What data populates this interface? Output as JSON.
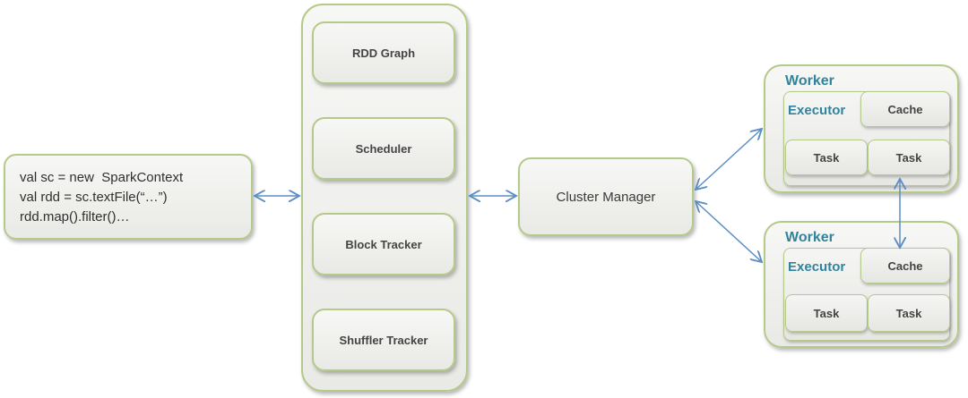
{
  "driver_code": {
    "line1": "val sc = new  SparkContext",
    "line2": "val rdd = sc.textFile(“…”)",
    "line3": "rdd.map().filter()…"
  },
  "spark_context": {
    "rdd_graph": "RDD Graph",
    "scheduler": "Scheduler",
    "block_tracker": "Block Tracker",
    "shuffler_tracker": "Shuffler Tracker"
  },
  "cluster_manager": "Cluster Manager",
  "workers": [
    {
      "title": "Worker",
      "executor": "Executor",
      "cache": "Cache",
      "task1": "Task",
      "task2": "Task"
    },
    {
      "title": "Worker",
      "executor": "Executor",
      "cache": "Cache",
      "task1": "Task",
      "task2": "Task"
    }
  ],
  "colors": {
    "border": "#b5c98a",
    "arrow": "#5b8ec4",
    "title_blue": "#31849b"
  }
}
